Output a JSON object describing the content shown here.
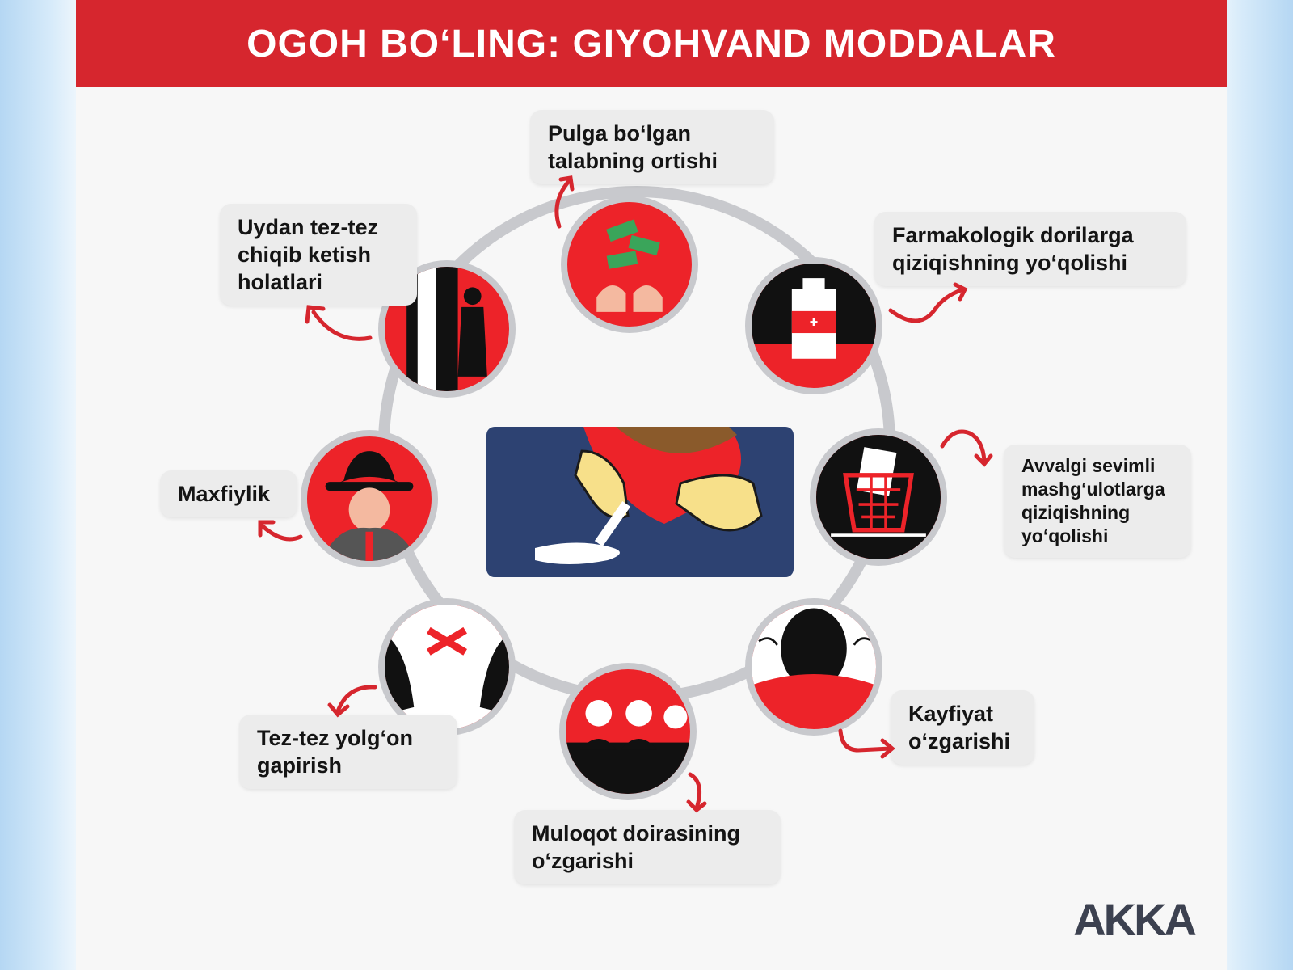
{
  "title": "OGOH BO‘LING: GIYOHVAND MODDALAR",
  "colors": {
    "accent": "#d6262e",
    "ring": "#c8c9cd",
    "label_bg": "#ececec",
    "scene_bg": "#2d4272"
  },
  "signs": [
    {
      "id": "money",
      "icon": "money-hands-icon",
      "text": "Pulga bo‘lgan talabning ortishi"
    },
    {
      "id": "pharma",
      "icon": "medicine-bottle-icon",
      "text": "Farmakologik dorilarga qiziqishning yo‘qolishi"
    },
    {
      "id": "hobbies",
      "icon": "trash-basket-icon",
      "text": "Avvalgi sevimli mashg‘ulotlarga qiziqishning yo‘qolishi"
    },
    {
      "id": "mood",
      "icon": "sad-faces-icon",
      "text": "Kayfiyat o‘zgarishi"
    },
    {
      "id": "circle",
      "icon": "people-group-icon",
      "text": "Muloqot doirasining o‘zgarishi"
    },
    {
      "id": "lying",
      "icon": "taped-mouth-icon",
      "text": "Tez-tez yolg‘on gapirish"
    },
    {
      "id": "secrecy",
      "icon": "hat-man-icon",
      "text": "Maxfiylik"
    },
    {
      "id": "leaving",
      "icon": "door-exit-icon",
      "text": "Uydan tez-tez chiqib ketish holatlari"
    }
  ],
  "center_icon": "drug-snorting-scene-icon",
  "logo": "AKKA"
}
